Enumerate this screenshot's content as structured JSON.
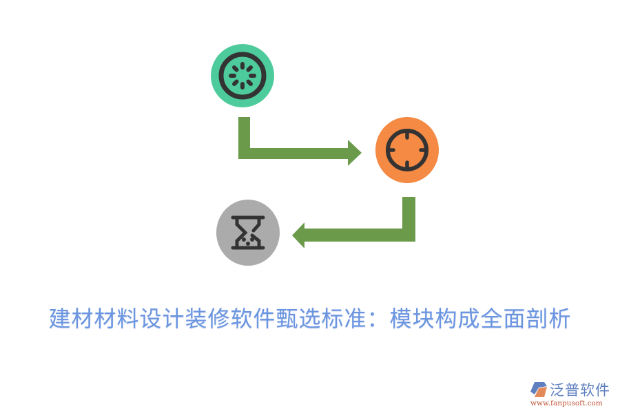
{
  "diagram": {
    "nodes": [
      {
        "id": "loading",
        "icon": "loading-spinner-icon",
        "color": "#4ecb9c"
      },
      {
        "id": "target",
        "icon": "crosshair-target-icon",
        "color": "#f48a44"
      },
      {
        "id": "hourglass",
        "icon": "hourglass-icon",
        "color": "#ababab"
      }
    ],
    "edges": [
      {
        "from": "loading",
        "to": "target",
        "color": "#6a9a4a"
      },
      {
        "from": "target",
        "to": "hourglass",
        "color": "#6a9a4a"
      }
    ],
    "icon_stroke_color": "#333333"
  },
  "title": {
    "text": "建材材料设计装修软件甄选标准：模块构成全面剖析",
    "color": "#6b95e0"
  },
  "logo": {
    "name": "泛普软件",
    "url": "www.fanpusoft.com"
  }
}
